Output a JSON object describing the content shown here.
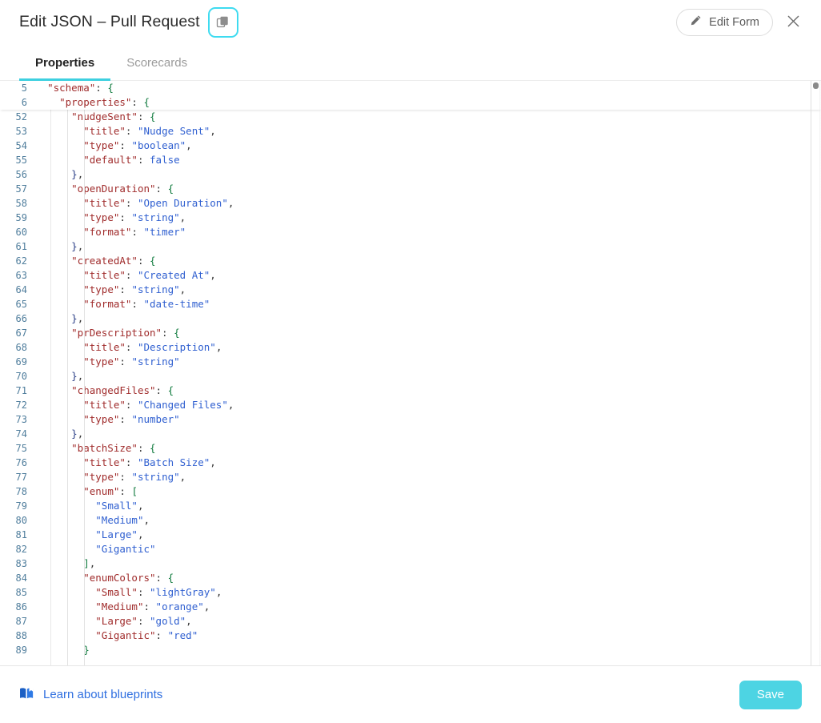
{
  "header": {
    "title": "Edit JSON – Pull Request",
    "copy_icon": "copy-icon",
    "edit_form_label": "Edit Form",
    "edit_icon": "pencil-icon",
    "close_icon": "close-icon"
  },
  "tabs": [
    {
      "label": "Properties",
      "active": true
    },
    {
      "label": "Scorecards",
      "active": false
    }
  ],
  "editor": {
    "sticky": [
      {
        "num": "5",
        "indent": 1,
        "tokens": [
          {
            "t": "\"schema\"",
            "c": "k"
          },
          {
            "t": ": ",
            "c": "c"
          },
          {
            "t": "{",
            "c": "p"
          }
        ]
      },
      {
        "num": "6",
        "indent": 2,
        "tokens": [
          {
            "t": "\"properties\"",
            "c": "k"
          },
          {
            "t": ": ",
            "c": "c"
          },
          {
            "t": "{",
            "c": "p"
          }
        ]
      }
    ],
    "lines": [
      {
        "num": "52",
        "indent": 3,
        "tokens": [
          {
            "t": "\"nudgeSent\"",
            "c": "k"
          },
          {
            "t": ": ",
            "c": "c"
          },
          {
            "t": "{",
            "c": "p"
          }
        ]
      },
      {
        "num": "53",
        "indent": 4,
        "tokens": [
          {
            "t": "\"title\"",
            "c": "k"
          },
          {
            "t": ": ",
            "c": "c"
          },
          {
            "t": "\"Nudge Sent\"",
            "c": "s"
          },
          {
            "t": ",",
            "c": "c"
          }
        ]
      },
      {
        "num": "54",
        "indent": 4,
        "tokens": [
          {
            "t": "\"type\"",
            "c": "k"
          },
          {
            "t": ": ",
            "c": "c"
          },
          {
            "t": "\"boolean\"",
            "c": "s"
          },
          {
            "t": ",",
            "c": "c"
          }
        ]
      },
      {
        "num": "55",
        "indent": 4,
        "tokens": [
          {
            "t": "\"default\"",
            "c": "k"
          },
          {
            "t": ": ",
            "c": "c"
          },
          {
            "t": "false",
            "c": "b"
          }
        ]
      },
      {
        "num": "56",
        "indent": 3,
        "tokens": [
          {
            "t": "}",
            "c": "pn"
          },
          {
            "t": ",",
            "c": "c"
          }
        ]
      },
      {
        "num": "57",
        "indent": 3,
        "tokens": [
          {
            "t": "\"openDuration\"",
            "c": "k"
          },
          {
            "t": ": ",
            "c": "c"
          },
          {
            "t": "{",
            "c": "p"
          }
        ]
      },
      {
        "num": "58",
        "indent": 4,
        "tokens": [
          {
            "t": "\"title\"",
            "c": "k"
          },
          {
            "t": ": ",
            "c": "c"
          },
          {
            "t": "\"Open Duration\"",
            "c": "s"
          },
          {
            "t": ",",
            "c": "c"
          }
        ]
      },
      {
        "num": "59",
        "indent": 4,
        "tokens": [
          {
            "t": "\"type\"",
            "c": "k"
          },
          {
            "t": ": ",
            "c": "c"
          },
          {
            "t": "\"string\"",
            "c": "s"
          },
          {
            "t": ",",
            "c": "c"
          }
        ]
      },
      {
        "num": "60",
        "indent": 4,
        "tokens": [
          {
            "t": "\"format\"",
            "c": "k"
          },
          {
            "t": ": ",
            "c": "c"
          },
          {
            "t": "\"timer\"",
            "c": "s"
          }
        ]
      },
      {
        "num": "61",
        "indent": 3,
        "tokens": [
          {
            "t": "}",
            "c": "pn"
          },
          {
            "t": ",",
            "c": "c"
          }
        ]
      },
      {
        "num": "62",
        "indent": 3,
        "tokens": [
          {
            "t": "\"createdAt\"",
            "c": "k"
          },
          {
            "t": ": ",
            "c": "c"
          },
          {
            "t": "{",
            "c": "p"
          }
        ]
      },
      {
        "num": "63",
        "indent": 4,
        "tokens": [
          {
            "t": "\"title\"",
            "c": "k"
          },
          {
            "t": ": ",
            "c": "c"
          },
          {
            "t": "\"Created At\"",
            "c": "s"
          },
          {
            "t": ",",
            "c": "c"
          }
        ]
      },
      {
        "num": "64",
        "indent": 4,
        "tokens": [
          {
            "t": "\"type\"",
            "c": "k"
          },
          {
            "t": ": ",
            "c": "c"
          },
          {
            "t": "\"string\"",
            "c": "s"
          },
          {
            "t": ",",
            "c": "c"
          }
        ]
      },
      {
        "num": "65",
        "indent": 4,
        "tokens": [
          {
            "t": "\"format\"",
            "c": "k"
          },
          {
            "t": ": ",
            "c": "c"
          },
          {
            "t": "\"date-time\"",
            "c": "s"
          }
        ]
      },
      {
        "num": "66",
        "indent": 3,
        "tokens": [
          {
            "t": "}",
            "c": "pn"
          },
          {
            "t": ",",
            "c": "c"
          }
        ]
      },
      {
        "num": "67",
        "indent": 3,
        "tokens": [
          {
            "t": "\"prDescription\"",
            "c": "k"
          },
          {
            "t": ": ",
            "c": "c"
          },
          {
            "t": "{",
            "c": "p"
          }
        ]
      },
      {
        "num": "68",
        "indent": 4,
        "tokens": [
          {
            "t": "\"title\"",
            "c": "k"
          },
          {
            "t": ": ",
            "c": "c"
          },
          {
            "t": "\"Description\"",
            "c": "s"
          },
          {
            "t": ",",
            "c": "c"
          }
        ]
      },
      {
        "num": "69",
        "indent": 4,
        "tokens": [
          {
            "t": "\"type\"",
            "c": "k"
          },
          {
            "t": ": ",
            "c": "c"
          },
          {
            "t": "\"string\"",
            "c": "s"
          }
        ]
      },
      {
        "num": "70",
        "indent": 3,
        "tokens": [
          {
            "t": "}",
            "c": "pn"
          },
          {
            "t": ",",
            "c": "c"
          }
        ]
      },
      {
        "num": "71",
        "indent": 3,
        "tokens": [
          {
            "t": "\"changedFiles\"",
            "c": "k"
          },
          {
            "t": ": ",
            "c": "c"
          },
          {
            "t": "{",
            "c": "p"
          }
        ]
      },
      {
        "num": "72",
        "indent": 4,
        "tokens": [
          {
            "t": "\"title\"",
            "c": "k"
          },
          {
            "t": ": ",
            "c": "c"
          },
          {
            "t": "\"Changed Files\"",
            "c": "s"
          },
          {
            "t": ",",
            "c": "c"
          }
        ]
      },
      {
        "num": "73",
        "indent": 4,
        "tokens": [
          {
            "t": "\"type\"",
            "c": "k"
          },
          {
            "t": ": ",
            "c": "c"
          },
          {
            "t": "\"number\"",
            "c": "s"
          }
        ]
      },
      {
        "num": "74",
        "indent": 3,
        "tokens": [
          {
            "t": "}",
            "c": "pn"
          },
          {
            "t": ",",
            "c": "c"
          }
        ]
      },
      {
        "num": "75",
        "indent": 3,
        "tokens": [
          {
            "t": "\"batchSize\"",
            "c": "k"
          },
          {
            "t": ": ",
            "c": "c"
          },
          {
            "t": "{",
            "c": "p"
          }
        ]
      },
      {
        "num": "76",
        "indent": 4,
        "tokens": [
          {
            "t": "\"title\"",
            "c": "k"
          },
          {
            "t": ": ",
            "c": "c"
          },
          {
            "t": "\"Batch Size\"",
            "c": "s"
          },
          {
            "t": ",",
            "c": "c"
          }
        ]
      },
      {
        "num": "77",
        "indent": 4,
        "tokens": [
          {
            "t": "\"type\"",
            "c": "k"
          },
          {
            "t": ": ",
            "c": "c"
          },
          {
            "t": "\"string\"",
            "c": "s"
          },
          {
            "t": ",",
            "c": "c"
          }
        ]
      },
      {
        "num": "78",
        "indent": 4,
        "tokens": [
          {
            "t": "\"enum\"",
            "c": "k"
          },
          {
            "t": ": ",
            "c": "c"
          },
          {
            "t": "[",
            "c": "p"
          }
        ]
      },
      {
        "num": "79",
        "indent": 5,
        "tokens": [
          {
            "t": "\"Small\"",
            "c": "s"
          },
          {
            "t": ",",
            "c": "c"
          }
        ]
      },
      {
        "num": "80",
        "indent": 5,
        "tokens": [
          {
            "t": "\"Medium\"",
            "c": "s"
          },
          {
            "t": ",",
            "c": "c"
          }
        ]
      },
      {
        "num": "81",
        "indent": 5,
        "tokens": [
          {
            "t": "\"Large\"",
            "c": "s"
          },
          {
            "t": ",",
            "c": "c"
          }
        ]
      },
      {
        "num": "82",
        "indent": 5,
        "tokens": [
          {
            "t": "\"Gigantic\"",
            "c": "s"
          }
        ]
      },
      {
        "num": "83",
        "indent": 4,
        "tokens": [
          {
            "t": "]",
            "c": "p"
          },
          {
            "t": ",",
            "c": "c"
          }
        ]
      },
      {
        "num": "84",
        "indent": 4,
        "tokens": [
          {
            "t": "\"enumColors\"",
            "c": "k"
          },
          {
            "t": ": ",
            "c": "c"
          },
          {
            "t": "{",
            "c": "p"
          }
        ]
      },
      {
        "num": "85",
        "indent": 5,
        "tokens": [
          {
            "t": "\"Small\"",
            "c": "k"
          },
          {
            "t": ": ",
            "c": "c"
          },
          {
            "t": "\"lightGray\"",
            "c": "s"
          },
          {
            "t": ",",
            "c": "c"
          }
        ]
      },
      {
        "num": "86",
        "indent": 5,
        "tokens": [
          {
            "t": "\"Medium\"",
            "c": "k"
          },
          {
            "t": ": ",
            "c": "c"
          },
          {
            "t": "\"orange\"",
            "c": "s"
          },
          {
            "t": ",",
            "c": "c"
          }
        ]
      },
      {
        "num": "87",
        "indent": 5,
        "tokens": [
          {
            "t": "\"Large\"",
            "c": "k"
          },
          {
            "t": ": ",
            "c": "c"
          },
          {
            "t": "\"gold\"",
            "c": "s"
          },
          {
            "t": ",",
            "c": "c"
          }
        ]
      },
      {
        "num": "88",
        "indent": 5,
        "tokens": [
          {
            "t": "\"Gigantic\"",
            "c": "k"
          },
          {
            "t": ": ",
            "c": "c"
          },
          {
            "t": "\"red\"",
            "c": "s"
          }
        ]
      },
      {
        "num": "89",
        "indent": 4,
        "tokens": [
          {
            "t": "}",
            "c": "p"
          }
        ]
      }
    ]
  },
  "footer": {
    "link_label": "Learn about blueprints",
    "link_icon": "book-icon",
    "save_label": "Save"
  },
  "colors": {
    "accent": "#3ed0e0",
    "save_bg": "#4dd4e3",
    "link": "#2f6fe0",
    "key": "#a02c2c",
    "string": "#2f5fd0",
    "punct": "#0f7a3d",
    "linenum": "#4f7d9c"
  }
}
